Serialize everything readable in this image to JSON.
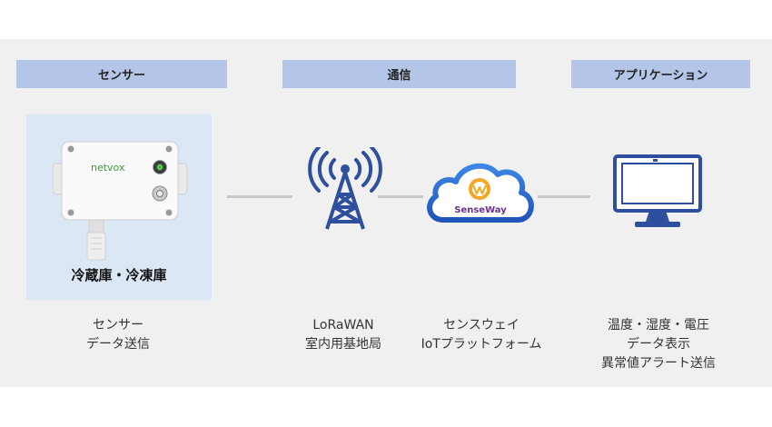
{
  "headers": {
    "sensor": "センサー",
    "communication": "通信",
    "application": "アプリケーション"
  },
  "sensor_device": {
    "brand_logo": "netvox",
    "title": "冷蔵庫・冷凍庫"
  },
  "cloud": {
    "logo_text": "SenseWay"
  },
  "captions": {
    "sensor": [
      "センサー",
      "データ送信"
    ],
    "lorawan": [
      "LoRaWAN",
      "室内用基地局"
    ],
    "platform": [
      "センスウェイ",
      "IoTプラットフォーム"
    ],
    "application": [
      "温度・湿度・電圧",
      "データ表示",
      "異常値アラート送信"
    ]
  },
  "icons": {
    "antenna": "radio-tower-icon",
    "cloud": "cloud-icon",
    "monitor": "monitor-icon"
  },
  "colors": {
    "header_bg": "#b4c6e7",
    "sensor_bg": "#dbe7f5",
    "icon_blue": "#2e4f9e",
    "cloud_blue": "#2f6fd6",
    "connector": "#c8c8c8"
  }
}
